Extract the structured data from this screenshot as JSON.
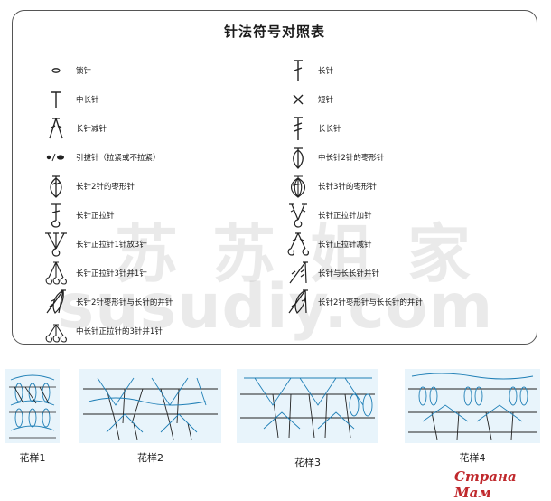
{
  "legend": {
    "title": "针法符号对照表",
    "left": [
      {
        "icon": "chain-stitch-icon",
        "label": "锁针"
      },
      {
        "icon": "half-double-crochet-icon",
        "label": "中长针"
      },
      {
        "icon": "double-crochet-decrease-icon",
        "label": "长针减针"
      },
      {
        "icon": "slip-stitch-icon",
        "label": "引拔针（拉紧或不拉紧）"
      },
      {
        "icon": "dc2-bobble-icon",
        "label": "长针2针的枣形针"
      },
      {
        "icon": "dc-front-post-icon",
        "label": "长针正拉针"
      },
      {
        "icon": "dc-front-post-inc-icon",
        "label": "长针正拉针1针放3针"
      },
      {
        "icon": "dc-front-post-3tog-icon",
        "label": "长针正拉针3针并1针"
      },
      {
        "icon": "dc2-bobble-tr-tog-icon",
        "label": "长针2针枣形针与长针的并针"
      },
      {
        "icon": "hdc-front-post-3tog-icon",
        "label": "中长针正拉针的3针并1针"
      }
    ],
    "right": [
      {
        "icon": "double-crochet-icon",
        "label": "长针"
      },
      {
        "icon": "single-crochet-icon",
        "label": "短针"
      },
      {
        "icon": "treble-crochet-icon",
        "label": "长长针"
      },
      {
        "icon": "hdc2-bobble-icon",
        "label": "中长针2针的枣形针"
      },
      {
        "icon": "dc3-bobble-icon",
        "label": "长针3针的枣形针"
      },
      {
        "icon": "dc-front-post-inc2-icon",
        "label": "长针正拉针加针"
      },
      {
        "icon": "dc-front-post-dec-icon",
        "label": "长针正拉针减针"
      },
      {
        "icon": "dc-tr-tog-icon",
        "label": "长针与长长针并针"
      },
      {
        "icon": "dc2-bobble-tr-tog-2-icon",
        "label": "长针2针枣形针与长长针的并针"
      }
    ]
  },
  "watermark": {
    "cn": "苏苏姐家",
    "en": "susudiy.com"
  },
  "patterns": [
    {
      "label": "花样1"
    },
    {
      "label": "花样2"
    },
    {
      "label": "花样3"
    },
    {
      "label": "花样4"
    }
  ],
  "stamp": "Страна Мам",
  "colors": {
    "stitch_blue": "#1f7fb6",
    "stitch_black": "#222222",
    "diagram_bg": "#e8f4fb",
    "stamp_red": "#c0282c"
  }
}
